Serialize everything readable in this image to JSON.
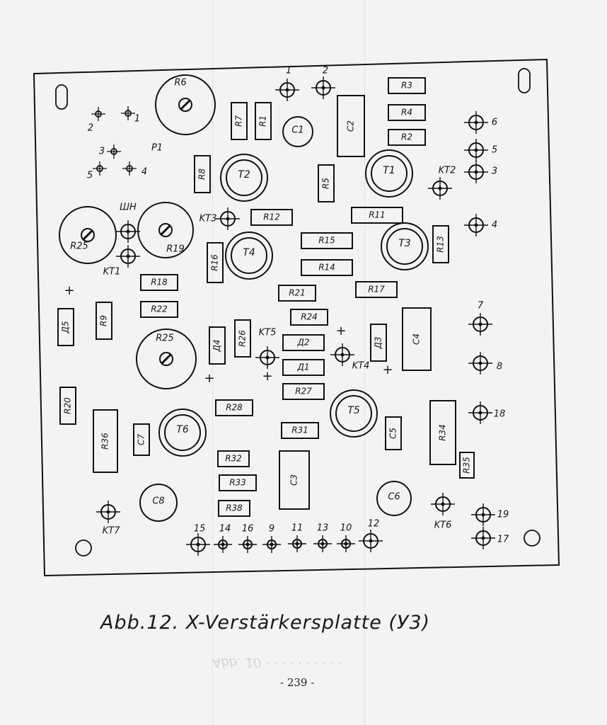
{
  "caption": "Abb.12. X-Verstärkersplatte (У3)",
  "page_number": "- 239 -",
  "board": {
    "holes": [
      {
        "id": "mount-hole-tl",
        "shape": "slot"
      },
      {
        "id": "mount-hole-tr",
        "shape": "slot"
      },
      {
        "id": "mount-hole-bl",
        "shape": "round"
      },
      {
        "id": "mount-hole-br",
        "shape": "round"
      }
    ],
    "resistors": [
      {
        "label": "R3"
      },
      {
        "label": "R4"
      },
      {
        "label": "R2"
      },
      {
        "label": "R7"
      },
      {
        "label": "R1"
      },
      {
        "label": "R8"
      },
      {
        "label": "R5"
      },
      {
        "label": "R12"
      },
      {
        "label": "R11"
      },
      {
        "label": "R15"
      },
      {
        "label": "R14"
      },
      {
        "label": "R13"
      },
      {
        "label": "R16"
      },
      {
        "label": "R18"
      },
      {
        "label": "R22"
      },
      {
        "label": "R9"
      },
      {
        "label": "Д5"
      },
      {
        "label": "R21"
      },
      {
        "label": "R17"
      },
      {
        "label": "R24"
      },
      {
        "label": "Д4"
      },
      {
        "label": "R26"
      },
      {
        "label": "Д2"
      },
      {
        "label": "Д3"
      },
      {
        "label": "Д1"
      },
      {
        "label": "R27"
      },
      {
        "label": "R20"
      },
      {
        "label": "R28"
      },
      {
        "label": "R36"
      },
      {
        "label": "C7"
      },
      {
        "label": "R31"
      },
      {
        "label": "C5"
      },
      {
        "label": "R34"
      },
      {
        "label": "R32"
      },
      {
        "label": "R35"
      },
      {
        "label": "R33"
      },
      {
        "label": "R38"
      },
      {
        "label": "C2"
      },
      {
        "label": "C4"
      },
      {
        "label": "C3"
      }
    ],
    "transistors": [
      {
        "label": "T2"
      },
      {
        "label": "T1"
      },
      {
        "label": "T4"
      },
      {
        "label": "T3"
      },
      {
        "label": "T5"
      },
      {
        "label": "T6"
      }
    ],
    "capacitors": [
      {
        "label": "C1"
      },
      {
        "label": "C8"
      },
      {
        "label": "C6"
      }
    ],
    "potentiometers": [
      {
        "label": "R6"
      },
      {
        "label": "R25"
      },
      {
        "label": "R19"
      },
      {
        "label": "R25"
      }
    ],
    "test_points": [
      {
        "label": "1"
      },
      {
        "label": "2"
      },
      {
        "label": "6"
      },
      {
        "label": "5"
      },
      {
        "label": "3"
      },
      {
        "label": "KT2"
      },
      {
        "label": "4"
      },
      {
        "label": "KT3"
      },
      {
        "label": "7"
      },
      {
        "label": "8"
      },
      {
        "label": "18"
      },
      {
        "label": "KT5"
      },
      {
        "label": "KT4"
      },
      {
        "label": "19"
      },
      {
        "label": "17"
      },
      {
        "label": "KT6"
      },
      {
        "label": "KT7"
      },
      {
        "label": "15"
      },
      {
        "label": "14"
      },
      {
        "label": "16"
      },
      {
        "label": "9"
      },
      {
        "label": "11"
      },
      {
        "label": "13"
      },
      {
        "label": "10"
      },
      {
        "label": "12"
      },
      {
        "label": "ШН"
      },
      {
        "label": "KT1"
      }
    ],
    "relay_pins": [
      {
        "label": "2"
      },
      {
        "label": "1"
      },
      {
        "label": "3"
      },
      {
        "label": "5"
      },
      {
        "label": "4"
      }
    ],
    "relay_label": "P1",
    "polarity_marks": [
      {
        "label": "+"
      },
      {
        "label": "+"
      },
      {
        "label": "+"
      },
      {
        "label": "+"
      },
      {
        "label": "+"
      }
    ]
  }
}
